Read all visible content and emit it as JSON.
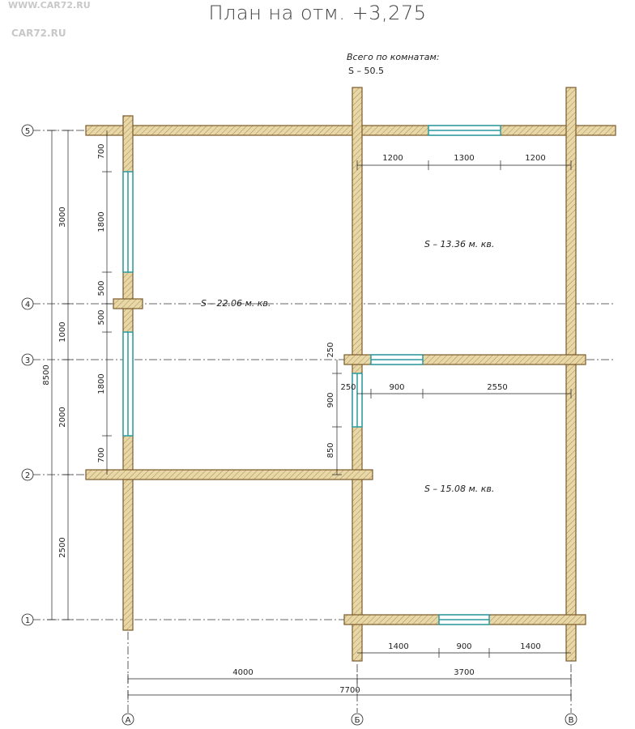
{
  "title": "План на отм. +3,275",
  "watermark": {
    "top": "WWW.CAR72.RU",
    "logo": "CAR72.RU"
  },
  "summary": {
    "label": "Всего по комнатам:",
    "value": "S  –  50.5"
  },
  "rooms": [
    {
      "label": "S  –  22.06 м. кв."
    },
    {
      "label": "S  –  13.36 м. кв."
    },
    {
      "label": "S  –  15.08 м. кв."
    }
  ],
  "axes": {
    "rows": [
      "5",
      "4",
      "3",
      "2",
      "1"
    ],
    "cols": [
      "А",
      "Б",
      "В"
    ]
  },
  "dims": {
    "left_outer": [
      "3000",
      "1000",
      "2000",
      "2500"
    ],
    "left_total": "8500",
    "left_inner": [
      "700",
      "1800",
      "500",
      "500",
      "1800",
      "700"
    ],
    "top_right_room": [
      "1200",
      "1300",
      "1200"
    ],
    "mid_horizontal": [
      "250",
      "900",
      "2550"
    ],
    "mid_vertical": [
      "250",
      "900",
      "850"
    ],
    "bottom_right_room": [
      "1400",
      "900",
      "1400"
    ],
    "bottom_spans": [
      "4000",
      "3700"
    ],
    "bottom_total": "7700"
  },
  "colors": {
    "wall_fill": "#e8d8a8",
    "wall_stroke": "#7a5a2a",
    "window": "#2a9aa0",
    "line": "#222222"
  }
}
